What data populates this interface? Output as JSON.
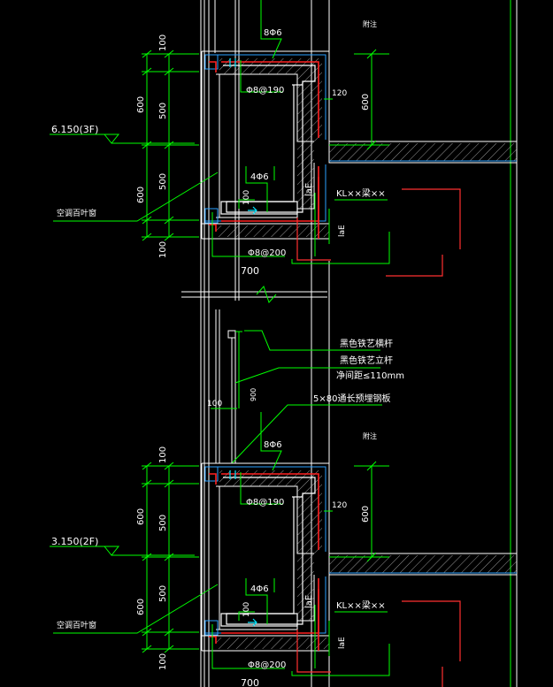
{
  "colors": {
    "background": "#000000",
    "outline": "#ffffff",
    "dimension": "#00ff00",
    "leader": "#00ff00",
    "rebar_main": "#ff2020",
    "rebar_stirrup": "#ffffff",
    "hatch": "#c8c8c8",
    "insulation": "#2aa0ff",
    "red_mark": "#ff3030",
    "cyan_mark": "#00e5ff",
    "section_mark": "#ff3030"
  },
  "sections": [
    {
      "id": "upper",
      "dims_left": {
        "d1": "100",
        "d2": "600",
        "d3": "500",
        "d4": "600",
        "d5": "500",
        "d6": "100"
      },
      "level_label": "6.150(3F)",
      "louver_label": "空调百叶窗",
      "rebar_top": "8Φ6",
      "stirrup_top": "Φ8@190",
      "rebar_mid": "4Φ6",
      "dim_100": "100",
      "stirrup_bottom": "Φ8@200",
      "width_700": "700",
      "dim_120": "120",
      "dim_600_right": "600",
      "lae_v": "laE",
      "lae_short": "laE",
      "beam_label": "KL××梁××",
      "top_note": "附注"
    },
    {
      "id": "lower",
      "dims_left": {
        "d1": "100",
        "d2": "600",
        "d3": "500",
        "d4": "600",
        "d5": "500",
        "d6": "100"
      },
      "level_label": "3.150(2F)",
      "louver_label": "空调百叶窗",
      "rebar_top": "8Φ6",
      "stirrup_top": "Φ8@190",
      "rebar_mid": "4Φ6",
      "dim_100": "100",
      "stirrup_bottom": "Φ8@200",
      "width_700": "700",
      "dim_120": "120",
      "dim_600_right": "600",
      "lae_v": "laE",
      "lae_short": "laE",
      "beam_label": "KL××梁××",
      "top_note": "附注"
    }
  ],
  "railing": {
    "label_1": "黑色铁艺横杆",
    "label_2": "黑色铁艺立杆",
    "label_3": "净间距≤110mm",
    "label_4": "5×80通长预埋钢板",
    "dim_100": "100",
    "dim_900": "900"
  }
}
